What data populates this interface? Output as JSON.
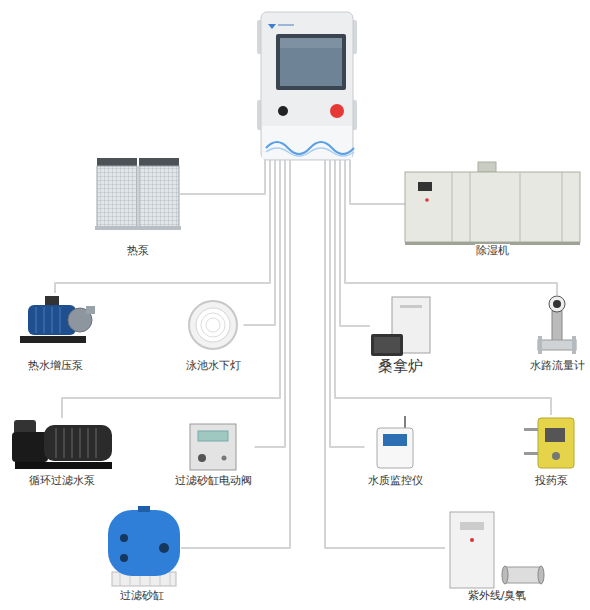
{
  "diagram": {
    "nodes": [
      {
        "text": []
      },
      {
        "text": [
          "热泵"
        ]
      },
      {
        "text": [
          "除湿机"
        ]
      },
      {
        "text": [
          "热水增压泵"
        ]
      },
      {
        "text": [
          "泳池水下灯"
        ]
      },
      {
        "text": [
          "桑拿炉"
        ]
      },
      {
        "text": [
          "水路流量计"
        ]
      },
      {
        "text": [
          "循环过滤水泵"
        ]
      },
      {
        "text": [
          "过滤砂缸电动阀"
        ]
      },
      {
        "text": [
          "水质监控仪"
        ]
      },
      {
        "text": [
          "投药泵"
        ]
      },
      {
        "text": [
          "过滤砂缸"
        ]
      },
      {
        "text": [
          "紫外线/臭氧"
        ]
      }
    ],
    "edges": [
      {
        "from": 0,
        "to": 1,
        "arrow": "none"
      },
      {
        "from": 0,
        "to": 2,
        "arrow": "none"
      },
      {
        "from": 0,
        "to": 3,
        "arrow": "none"
      },
      {
        "from": 0,
        "to": 4,
        "arrow": "none"
      },
      {
        "from": 0,
        "to": 5,
        "arrow": "none"
      },
      {
        "from": 0,
        "to": 6,
        "arrow": "none"
      },
      {
        "from": 0,
        "to": 7,
        "arrow": "none"
      },
      {
        "from": 0,
        "to": 8,
        "arrow": "none"
      },
      {
        "from": 0,
        "to": 9,
        "arrow": "none"
      },
      {
        "from": 0,
        "to": 10,
        "arrow": "none"
      },
      {
        "from": 0,
        "to": 11,
        "arrow": "none"
      },
      {
        "from": 0,
        "to": 12,
        "arrow": "none"
      }
    ]
  }
}
